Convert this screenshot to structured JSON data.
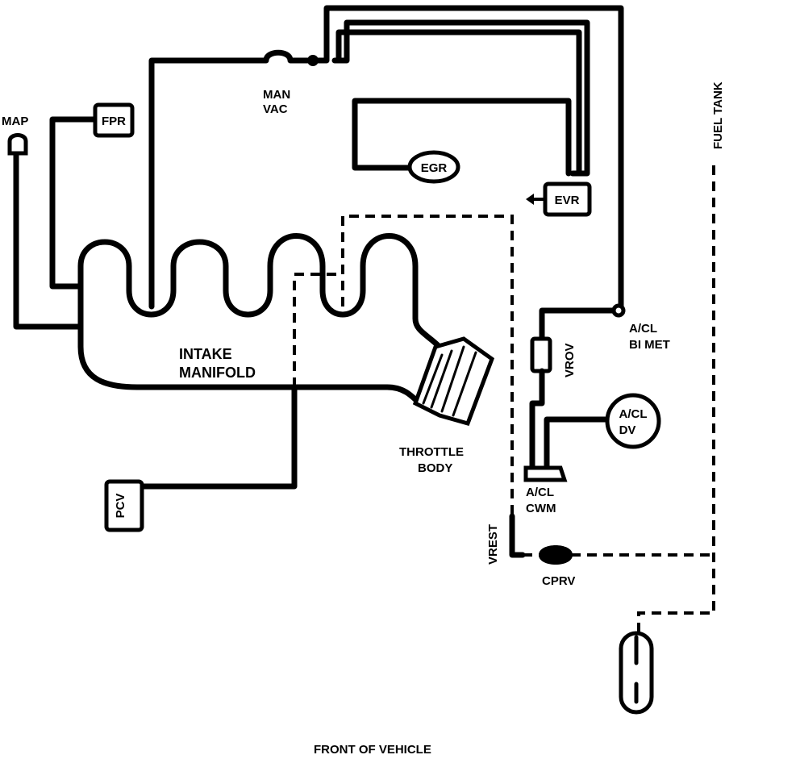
{
  "labels": {
    "map": "MAP",
    "fpr": "FPR",
    "man_vac_1": "MAN",
    "man_vac_2": "VAC",
    "egr": "EGR",
    "evr": "EVR",
    "fuel_tank": "FUEL TANK",
    "intake_manifold_1": "INTAKE",
    "intake_manifold_2": "MANIFOLD",
    "throttle_body_1": "THROTTLE",
    "throttle_body_2": "BODY",
    "acl_bimet_1": "A/CL",
    "acl_bimet_2": "BI MET",
    "vrov": "VROV",
    "acl_dv_1": "A/CL",
    "acl_dv_2": "DV",
    "acl_cwm_1": "A/CL",
    "acl_cwm_2": "CWM",
    "pcv": "PCV",
    "vrest": "VREST",
    "cprv": "CPRV",
    "front_of_vehicle": "FRONT OF VEHICLE"
  }
}
